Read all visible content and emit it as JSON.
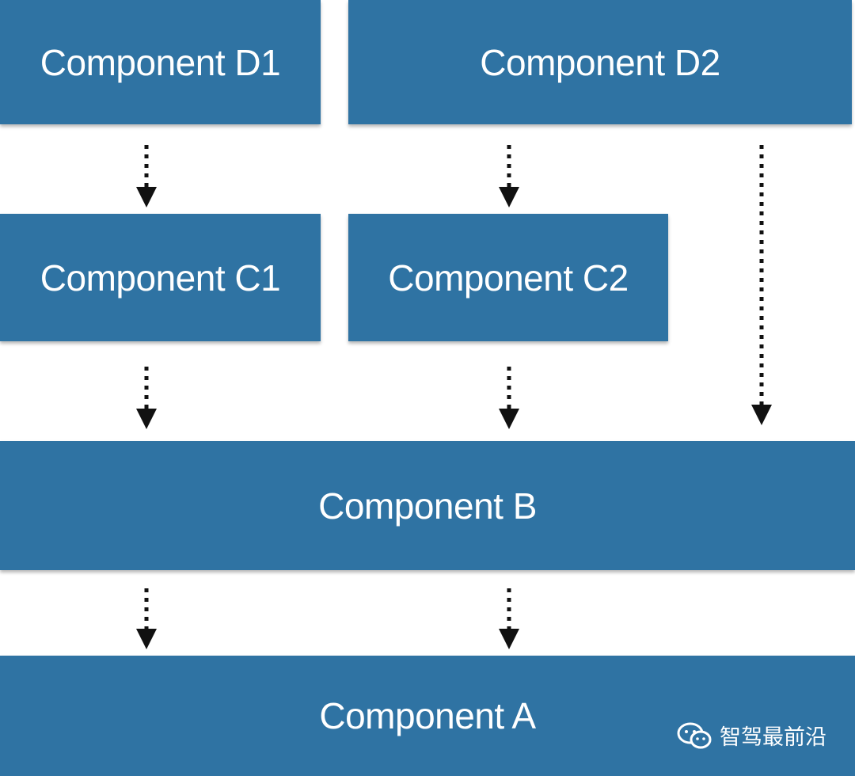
{
  "components": {
    "d1": "Component D1",
    "d2": "Component D2",
    "c1": "Component C1",
    "c2": "Component C2",
    "b": "Component B",
    "a": "Component A"
  },
  "arrows": [
    {
      "from": "d1",
      "to": "c1",
      "style": "dotted"
    },
    {
      "from": "d2",
      "to": "c2",
      "style": "dotted"
    },
    {
      "from": "d2",
      "to": "b",
      "style": "dotted"
    },
    {
      "from": "c1",
      "to": "b",
      "style": "dotted"
    },
    {
      "from": "c2",
      "to": "b",
      "style": "dotted"
    },
    {
      "from": "b",
      "to": "a",
      "style": "dotted"
    },
    {
      "from": "b",
      "to": "a",
      "style": "dotted"
    }
  ],
  "watermark": {
    "icon": "wechat-icon",
    "text": "智驾最前沿"
  },
  "colors": {
    "box_fill": "#2f73a3",
    "box_text": "#ffffff",
    "arrow": "#111111",
    "background": "#ffffff"
  }
}
